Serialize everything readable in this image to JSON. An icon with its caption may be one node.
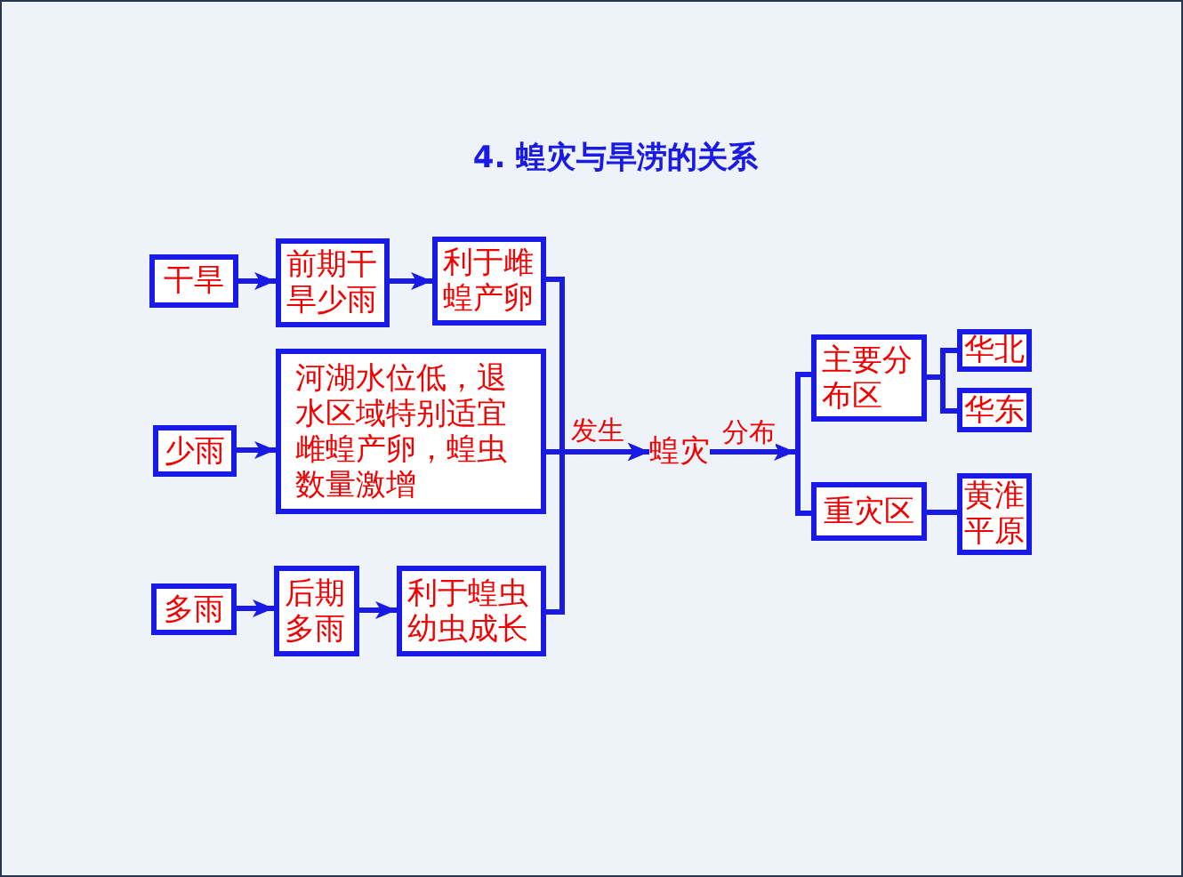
{
  "diagram": {
    "title": "4. 蝗灾与旱涝的关系",
    "nodes": [
      {
        "text": [
          "干旱"
        ]
      },
      {
        "text": [
          "前期干旱少雨"
        ]
      },
      {
        "text": [
          "利于雌蝗产卵"
        ]
      },
      {
        "text": [
          "少雨"
        ]
      },
      {
        "text": [
          "河湖水位低，退水区域特别适宜雌蝗产卵，蝗虫数量激增"
        ]
      },
      {
        "text": [
          "多雨"
        ]
      },
      {
        "text": [
          "后期多雨"
        ]
      },
      {
        "text": [
          "利于蝗虫幼虫成长"
        ]
      },
      {
        "text": [
          "蝗灾"
        ]
      },
      {
        "text": [],
        "shape": "bar"
      },
      {
        "text": [
          "主要分布区"
        ]
      },
      {
        "text": [
          "华北"
        ]
      },
      {
        "text": [
          "华东"
        ]
      },
      {
        "text": [
          "重灾区"
        ]
      },
      {
        "text": [
          "黄淮平原"
        ]
      }
    ],
    "edges": [
      {
        "from": 0,
        "to": 1,
        "arrow": "to"
      },
      {
        "from": 1,
        "to": 2,
        "arrow": "to"
      },
      {
        "from": 3,
        "to": 4,
        "arrow": "to"
      },
      {
        "from": 5,
        "to": 6,
        "arrow": "to"
      },
      {
        "from": 6,
        "to": 7,
        "arrow": "to"
      },
      {
        "from": 2,
        "to": 8,
        "arrow": "to"
      },
      {
        "from": 4,
        "to": 8,
        "arrow": "to",
        "label": "发生"
      },
      {
        "from": 7,
        "to": 8,
        "arrow": "to"
      },
      {
        "from": 8,
        "to": 9,
        "arrow": "to",
        "label": "分布"
      },
      {
        "from": 9,
        "to": 10,
        "arrow": "none"
      },
      {
        "from": 9,
        "to": 13,
        "arrow": "none"
      },
      {
        "from": 10,
        "to": 11,
        "arrow": "none"
      },
      {
        "from": 10,
        "to": 12,
        "arrow": "none"
      },
      {
        "from": 13,
        "to": 14,
        "arrow": "none"
      }
    ]
  }
}
